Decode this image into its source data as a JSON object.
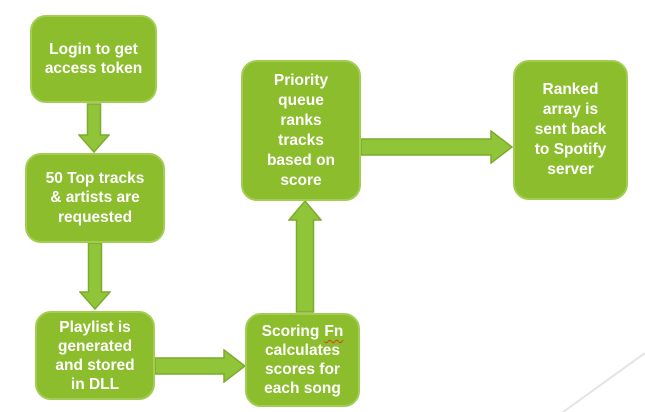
{
  "colors": {
    "shape_fill": "#8bbd2d",
    "shape_border": "#a3cc52",
    "arrow_fill": "#90c53a",
    "arrow_border": "#7cab2a",
    "text_color": "#ffffff",
    "spellcheck": "#e03c1e",
    "corner_line": "#e4e4e8",
    "bg": "#ffffff"
  },
  "nodes": {
    "login": {
      "lines": [
        "Login to get",
        "access token"
      ]
    },
    "top_tracks": {
      "lines": [
        "50 Top tracks",
        "& artists are",
        "requested"
      ]
    },
    "playlist": {
      "lines": [
        "Playlist is",
        "generated",
        "and stored",
        "in DLL"
      ]
    },
    "scoring": {
      "first_word": "Scoring",
      "misspelled_word": "Fn",
      "lines": [
        "calculates",
        "scores for",
        "each song"
      ]
    },
    "priority_queue": {
      "lines": [
        "Priority",
        "queue",
        "ranks",
        "tracks",
        "based on",
        "score"
      ]
    },
    "ranked": {
      "lines": [
        "Ranked",
        "array is",
        "sent back",
        "to Spotify",
        "server"
      ]
    }
  }
}
